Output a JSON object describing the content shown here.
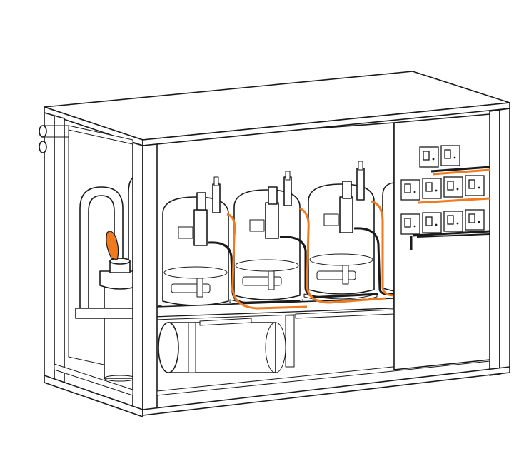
{
  "colors": {
    "line": "#1a1a1a",
    "fill": "#ffffff",
    "accent": "#f07a1e",
    "hose_dark": "#1a1a1a"
  },
  "tanks": [
    {
      "id": "tank-1"
    },
    {
      "id": "tank-2"
    },
    {
      "id": "tank-3"
    }
  ],
  "control_rows": [
    {
      "units": 2
    },
    {
      "units": 4
    },
    {
      "units": 4
    }
  ]
}
